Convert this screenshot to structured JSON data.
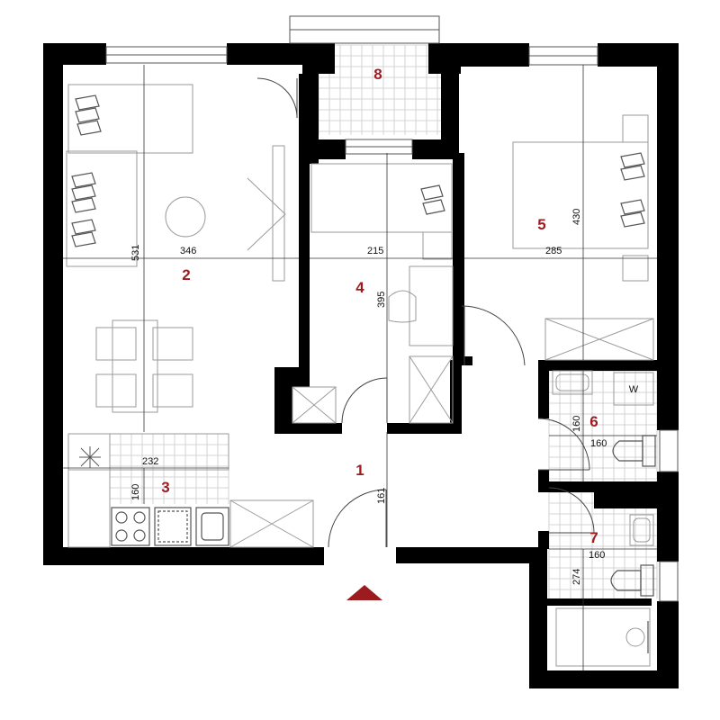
{
  "colors": {
    "wall": "#000000",
    "accent": "#9b1b1f",
    "furniture": "#9a9a9a",
    "tile": "#c8c8c8",
    "background": "#ffffff"
  },
  "rooms": [
    {
      "id": "1",
      "label": "1"
    },
    {
      "id": "2",
      "label": "2"
    },
    {
      "id": "3",
      "label": "3"
    },
    {
      "id": "4",
      "label": "4"
    },
    {
      "id": "5",
      "label": "5"
    },
    {
      "id": "6",
      "label": "6"
    },
    {
      "id": "7",
      "label": "7"
    },
    {
      "id": "8",
      "label": "8"
    }
  ],
  "dimensions": {
    "d346": "346",
    "d531": "531",
    "d215": "215",
    "d395": "395",
    "d285": "285",
    "d430": "430",
    "d232": "232",
    "d160_kitchen": "160",
    "d161": "161",
    "d160_bath6_v": "160",
    "d160_bath6_h": "160",
    "d160_bath7": "160",
    "d274": "274"
  },
  "appliance_labels": {
    "washer": "W"
  },
  "entrance_marker_icon": "triangle-up-icon"
}
